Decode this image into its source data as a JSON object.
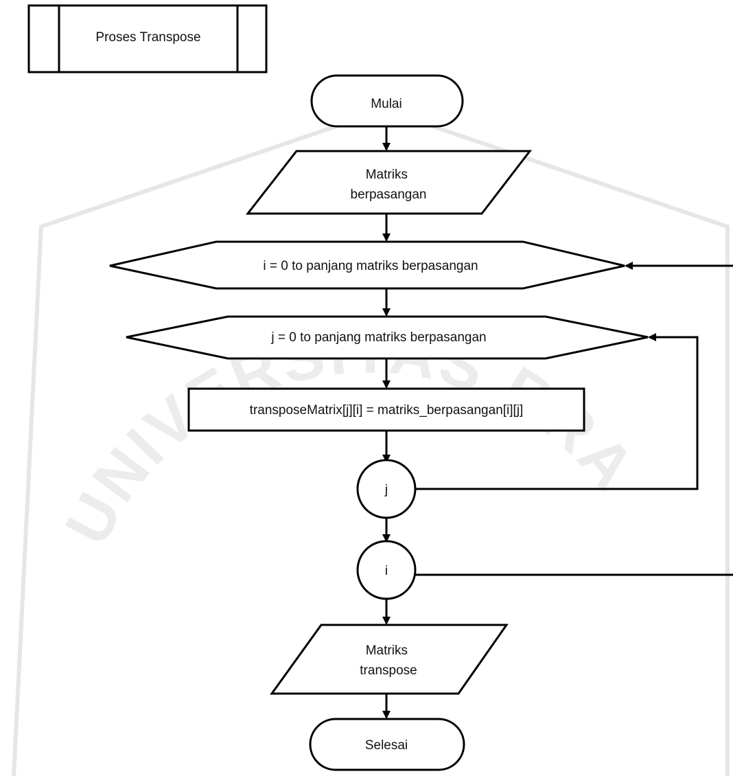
{
  "diagram": {
    "subprocess_title": "Proses Transpose",
    "start_label": "Mulai",
    "input_line1": "Matriks",
    "input_line2": "berpasangan",
    "loop_i_label": "i = 0 to panjang matriks berpasangan",
    "loop_j_label": "j = 0 to panjang matriks berpasangan",
    "process_label": "transposeMatrix[j][i] = matriks_berpasangan[i][j]",
    "connector_j": "j",
    "connector_i": "i",
    "output_line1": "Matriks",
    "output_line2": "transpose",
    "end_label": "Selesai"
  },
  "watermark": {
    "text": "UNIVERSITAS BRAWIJAYA",
    "color": "#e6e6e6"
  }
}
